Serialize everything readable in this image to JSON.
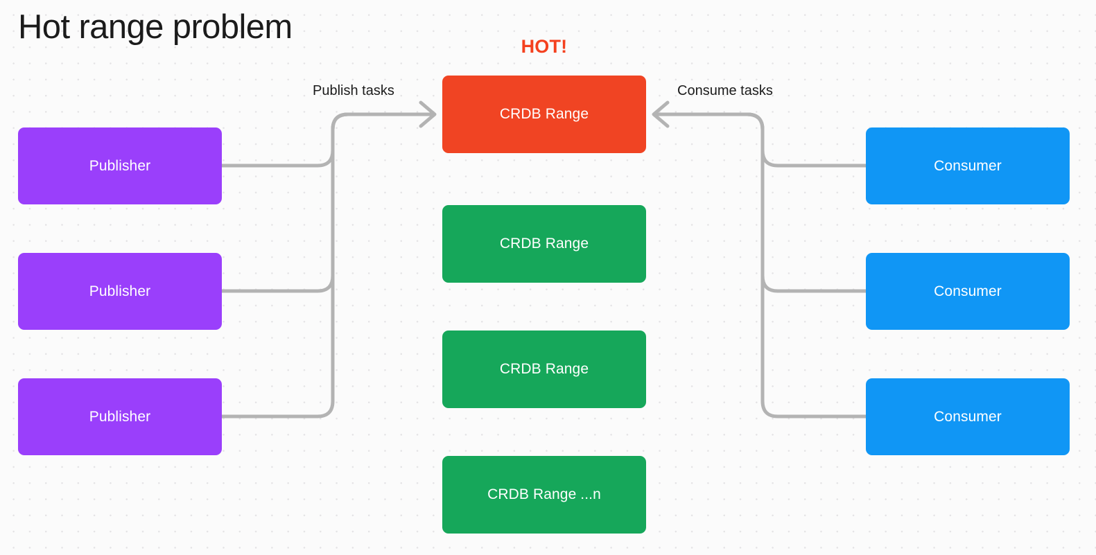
{
  "page": {
    "title": "Hot range problem",
    "background_color": "#fbfbfb",
    "grid_dot_color": "#e4e3e5"
  },
  "hot_marker": {
    "label": "HOT!",
    "color": "#f4411f"
  },
  "edges": {
    "publish": {
      "label": "Publish tasks",
      "direction": "left-to-right",
      "arrow": "arrow-right-icon",
      "color": "#b3b3b3",
      "from": "publishers",
      "to": "range-hot"
    },
    "consume": {
      "label": "Consume tasks",
      "direction": "right-to-left",
      "arrow": "arrow-left-icon",
      "color": "#b3b3b3",
      "from": "consumers",
      "to": "range-hot"
    }
  },
  "columns": {
    "publishers": {
      "color": "#9a3ffb",
      "nodes": [
        {
          "label": "Publisher"
        },
        {
          "label": "Publisher"
        },
        {
          "label": "Publisher"
        }
      ]
    },
    "ranges": {
      "color": "#16a75a",
      "hot_color": "#f04423",
      "nodes": [
        {
          "label": "CRDB Range",
          "hot": true
        },
        {
          "label": "CRDB Range",
          "hot": false
        },
        {
          "label": "CRDB Range",
          "hot": false
        },
        {
          "label": "CRDB Range ...n",
          "hot": false
        }
      ]
    },
    "consumers": {
      "color": "#1096f5",
      "nodes": [
        {
          "label": "Consumer"
        },
        {
          "label": "Consumer"
        },
        {
          "label": "Consumer"
        }
      ]
    }
  }
}
